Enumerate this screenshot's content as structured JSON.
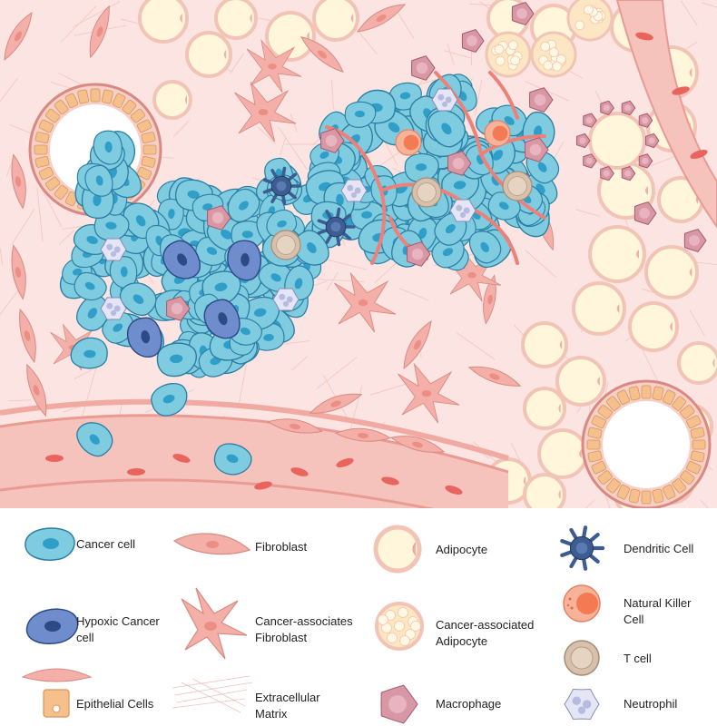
{
  "legend": {
    "cancer_cell": "Cancer cell",
    "fibroblast": "Fibroblast",
    "adipocyte": "Adipocyte",
    "dendritic_cell": "Dendritic Cell",
    "hypoxic_cancer_cell_line1": "Hypoxic Cancer",
    "hypoxic_cancer_cell_line2": "cell",
    "caf_line1": "Cancer-associates",
    "caf_line2": "Fibroblast",
    "caa_line1": "Cancer-associated",
    "caa_line2": "Adipocyte",
    "nk_line1": "Natural Killer",
    "nk_line2": "Cell",
    "t_cell": "T cell",
    "epithelial_cells": "Epithelial Cells",
    "ecm_line1": "Extracellular",
    "ecm_line2": "Matrix",
    "macrophage": "Macrophage",
    "neutrophil": "Neutrophil"
  },
  "colors": {
    "cancer_cell": "#7fcbe0",
    "cancer_nucleus": "#2f9fc9",
    "hypoxic_cell": "#6f8ccc",
    "fibroblast": "#f4b0a8",
    "adipocyte": "#fff6dc",
    "adipocyte_border": "#f2c4b6",
    "vessel": "#f5c2bc",
    "red_blood_cell": "#e8645c",
    "dendritic_cell": "#3c5c92",
    "nk_cell": "#f37a52",
    "t_cell": "#d7c0ac",
    "macrophage": "#d897a4",
    "neutrophil": "#d4d6ee",
    "epithelial": "#f6c08c",
    "background": "#fbe4e1"
  }
}
